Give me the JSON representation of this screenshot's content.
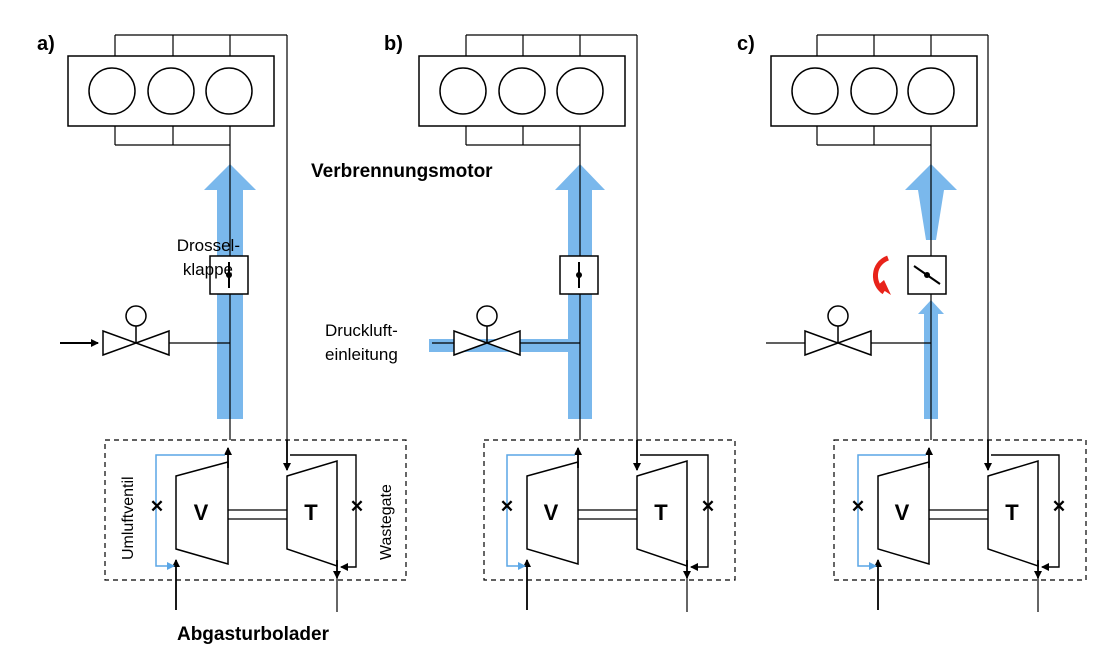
{
  "panels": [
    {
      "tag": "a)",
      "compressor": "V",
      "turbine": "T",
      "variant": "a"
    },
    {
      "tag": "b)",
      "compressor": "V",
      "turbine": "T",
      "variant": "b"
    },
    {
      "tag": "c)",
      "compressor": "V",
      "turbine": "T",
      "variant": "c"
    }
  ],
  "labels": {
    "engine": "Verbrennungsmotor",
    "turbocharger": "Abgasturbolader",
    "throttle_line1": "Drossel-",
    "throttle_line2": "klappe",
    "compressed_air_line1": "Druckluft-",
    "compressed_air_line2": "einleitung",
    "bypass_valve": "Umluftventil",
    "wastegate": "Wastegate"
  },
  "colors": {
    "air_flow": "#7ab8ec",
    "bypass_line": "#5aa6e6",
    "actuation_arrow": "#e8231a",
    "line": "#000000"
  }
}
